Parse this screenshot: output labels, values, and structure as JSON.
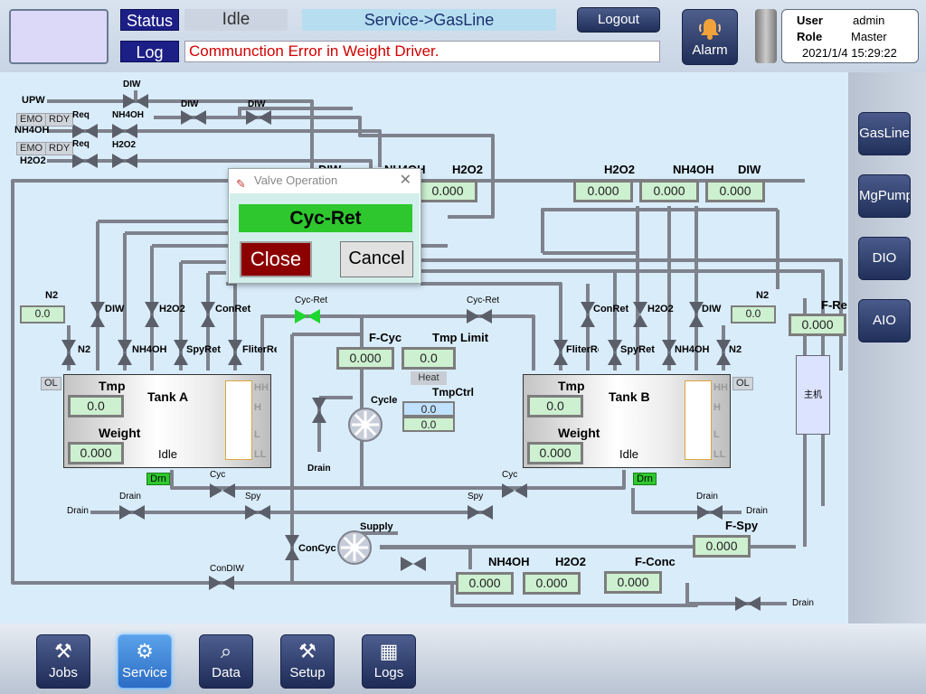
{
  "header": {
    "status_label": "Status",
    "status_value": "Idle",
    "breadcrumb": "Service->GasLine",
    "log_label": "Log",
    "log_message": "Communction Error in Weight Driver.",
    "logout_label": "Logout",
    "alarm_label": "Alarm",
    "user_label": "User",
    "user_value": "admin",
    "role_label": "Role",
    "role_value": "Master",
    "datetime": "2021/1/4 15:29:22"
  },
  "sidebar": {
    "items": [
      {
        "label": "GasLine"
      },
      {
        "label": "MgPump"
      },
      {
        "label": "DIO"
      },
      {
        "label": "AIO"
      }
    ]
  },
  "nav": {
    "items": [
      {
        "label": "Jobs",
        "icon": "jobs-icon"
      },
      {
        "label": "Service",
        "icon": "gear-icon"
      },
      {
        "label": "Data",
        "icon": "data-icon"
      },
      {
        "label": "Setup",
        "icon": "tools-icon"
      },
      {
        "label": "Logs",
        "icon": "calendar-icon"
      }
    ],
    "active": "Service"
  },
  "dialog": {
    "title": "Valve Operation",
    "valve_name": "Cyc-Ret",
    "close_label": "Close",
    "cancel_label": "Cancel"
  },
  "supply": {
    "upw": "UPW",
    "nh4oh": "NH4OH",
    "h2o2": "H2O2",
    "emo": "EMO",
    "rdy": "RDY",
    "req": "Req"
  },
  "valves": {
    "diw": "DIW",
    "nh4oh": "NH4OH",
    "h2o2": "H2O2",
    "n2": "N2",
    "conret": "ConRet",
    "spyret": "SpyRet",
    "fliterre": "FliterRe",
    "cycret": "Cyc-Ret",
    "cyc": "Cyc",
    "spy": "Spy",
    "drain": "Drain",
    "concyc": "ConCyc",
    "condiw": "ConDIW",
    "cycle": "Cycle",
    "supplypump": "Supply"
  },
  "flows": {
    "left_diw_label": "DIW",
    "left_nh4oh_label": "NH4OH",
    "left_h2o2_label": "H2O2",
    "left_h2o2_value": "0.000",
    "right_h2o2_label": "H2O2",
    "right_h2o2_value": "0.000",
    "right_nh4oh_label": "NH4OH",
    "right_nh4oh_value": "0.000",
    "right_diw_label": "DIW",
    "right_diw_value": "0.000",
    "n2a_label": "N2",
    "n2a_value": "0.0",
    "n2b_label": "N2",
    "n2b_value": "0.0",
    "fret_label": "F-Re",
    "fret_value": "0.000",
    "fcyc_label": "F-Cyc",
    "fcyc_value": "0.000",
    "tmplimit_label": "Tmp Limit",
    "tmplimit_value": "0.0",
    "heat_label": "Heat",
    "tmpctrl_label": "TmpCtrl",
    "tmpctrl_value1": "0.0",
    "tmpctrl_value2": "0.0",
    "fspy_label": "F-Spy",
    "fspy_value": "0.000",
    "bottom_nh4oh_label": "NH4OH",
    "bottom_nh4oh_value": "0.000",
    "bottom_h2o2_label": "H2O2",
    "bottom_h2o2_value": "0.000",
    "fconc_label": "F-Conc",
    "fconc_value": "0.000",
    "host_label": "主机"
  },
  "tankA": {
    "name": "Tank A",
    "tmp_label": "Tmp",
    "tmp_value": "0.0",
    "weight_label": "Weight",
    "weight_value": "0.000",
    "state": "Idle",
    "ol": "OL",
    "drn": "Drn"
  },
  "tankB": {
    "name": "Tank B",
    "tmp_label": "Tmp",
    "tmp_value": "0.0",
    "weight_label": "Weight",
    "weight_value": "0.000",
    "state": "Idle",
    "ol": "OL",
    "drn": "Drn"
  },
  "levels": {
    "hh": "HH",
    "h": "H",
    "l": "L",
    "ll": "LL"
  },
  "colors": {
    "pipe": "#7e828d",
    "valve_closed": "#5b5f6a",
    "valve_open": "#1ed630",
    "nav_active": "#2c6cc4",
    "close_button": "#8c0000"
  }
}
